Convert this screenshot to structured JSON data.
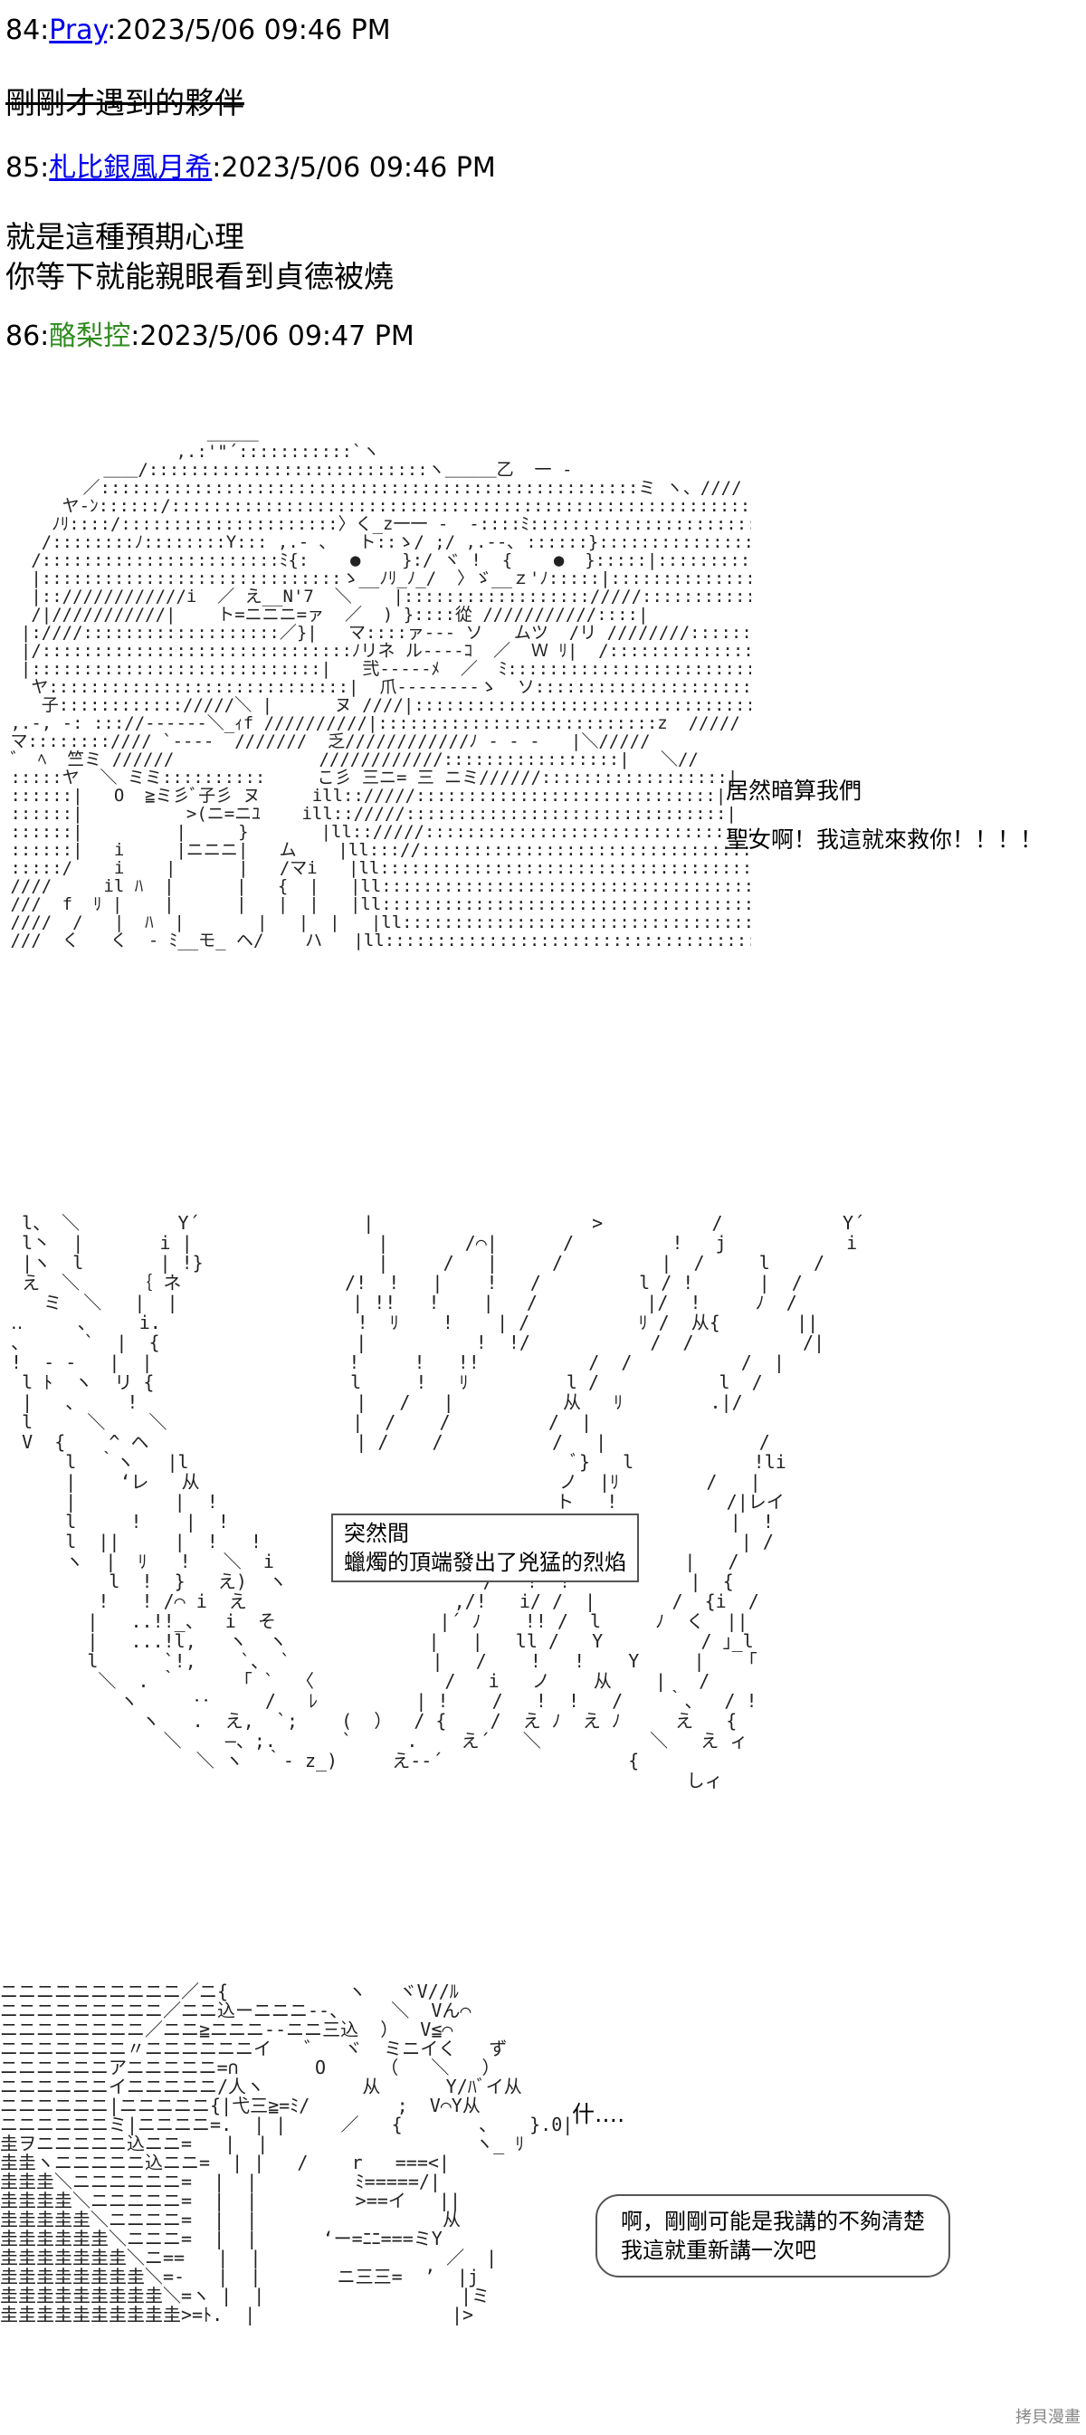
{
  "posts": [
    {
      "num": "84:",
      "name": "Pray",
      "date": "2023/5/06 09:46 PM",
      "lines": [
        "剛剛才遇到的夥伴"
      ]
    },
    {
      "num": "85:",
      "name": "札比銀風月希",
      "date": "2023/5/06 09:46 PM",
      "lines": [
        "就是這種預期心理",
        "你等下就能親眼看到貞德被燒"
      ]
    },
    {
      "num": "86:",
      "name": "酪梨控",
      "date": "2023/5/06 09:47 PM",
      "lines": []
    }
  ],
  "panel1": {
    "speech_1": "居然暗算我們",
    "speech_2": "聖女啊！我這就來救你！！！！",
    "art": "                    ＿＿＿\n                 ,.:'\"´:::::::::::`ヽ\n          ＿＿/:::::::::::::::::::::::::::ヽ＿＿＿乙  一 -\n        ／::::::::::::::::::::::::::::::::::::::::::::::::::::ミ ヽ、////\n      ヤ‐ﾝ::::::/::::::::::::::::::::::::::::::::::::::::::::::::::::::::::ヽ/\n     ﾉﾘ::::/:::::::::::::::::::::〉く_z一一 -  ‐::::ﾐ::::::::::::::::::::::ヽ\n    /::::::::ﾉ::::::::Y::: ,.‐ ､   ト::ゝ/ ;/ ,.‐‐､ ::::::}::::::::::::::::::::::::::::ヽ\n   /:::::::::::::::::::::::ﾐ{:    ●    }:/ ヾ !  {    ●  }:::::|::::::::::::::::::::::::::::::::ヘ\n   |:::::::::::::::::::::::::::::ゝ__ﾉﾘ_ﾉ_/  〉ゞ__ｚ'ﾉ:::::|::::::::::::::::::::////::::::::|\n   |::////////////i  ／ え__N'7  ＼    |:::::::::::::::::://///::::::::::::::|\n   /|///////////|    ト=ニニニ=ァ  ／  ) }::::從 ///////////::::|\n  |:////:::::::::::::::::::／}|   マ::::ァ‐‐‐ ソ   ムツ  /リ ////////::::::|\n  |/::::::::::::::::::::::::::::::ﾉリネ ル‐‐‐‐ｺ  ／  Ｗ ﾘ|  /:::::::::::::::::::/\n  |::::::::::::::::::::::::::::|   弐‐‐‐‐‐ﾒ  ／  ﾐ::::::::::::::::::::::::::::::/\n   ヤ:::::::::::::::::::::::::::::|  爪‐‐‐‐‐‐‐‐ゝ  ソ:::::::::::::::::::::::::::::::::/\n    子:::::::::::://///＼ |      ヌ ////|::::::::::::::::::::::::::::::::::::::::::::/\n ,.-, -: ::://‐‐‐‐‐-＼_ｨf //////////|:::::::::::::::::::::::::::z  /////\n マ:::::::://// `‐‐‐-  ///////  乏////////////ﾉ - ‐ ‐   |＼/////\n ゛ ﾍ  竺ミ //////              ////////////:::::::::::::::::|   ＼//\n :::::ヤ  ＼ ミミ::::::::::     こ彡 三ニ= 三 ニミ//////::::::::::::::::::|     ＼\n ::::::|   O  ≧ミ彡ﾞ子彡 ヌ     ill:://///:::::::::::::::::::::::::::::|     //\n ::::::|          >(ニ=ニﾕ    ill:://///:::::::::::::::::::::::::::::::|   /\n ::::::|         |     }       |ll:://///::::::::::::::::::::::::::::::::::::::::::\n ::::::|   i     |ニニニ|   ム    |ll::://::::::::::::::::::::::::::::::::::::::::::::::\n :::::/    i    |      |   /マi   |ll::::::::::::::::::::::::::::::::::::::::::::::::::::\n ////     il ﾊ  |      |   {  |   |ll::::::::::::::::::::::::::::::::::::::::::::::::::::\n ///  f  ﾘ |    |      |   |  |   |ll::::::::::::::::::::::::::::::::::::::::::::::::::::\n ////  /   |  ﾊ  |       |   |  |   |ll::::::::::::::::::::::::::::::::::::::::::::::::::::\n ///  く   く  ‐ ﾐ__モ_ ヘ/    ハ   |ll::::::::::::::::::::::::::::::::::::::::::::::::::::"
  },
  "panel2": {
    "box_1": "突然間",
    "box_2": "蠟燭的頂端發出了兇猛的烈焰",
    "art": "  l、 ＼         Y´               |                    >          /           Y´\n  l丶  |       i |                 |       /⌒|      /         !   j           i\n  |ヽ  l       | !}                |     /   |     /         |  /     l    /\n  え  ＼     ｛ ネ               /!  !   |    !   /         l / !      |  /\n    ミ  ＼   |  |                | !!   !    |   /          |/  !     ﾉ  /\n ‥     、    i.                  !  ﾘ    !    | /          ﾘ /  从{       ||\n 、     `  |  {                  |          !  !/           /  /          /|\n !  ‐ ‐   |  |                  !     !   !!          /  /          /  |\n  l ﾄ  ヽ  リ {                  l     !   ﾘ         l /           l  /\n  |   、    !                    |   /   |          从   ﾘ        .|/\n  l     ＼    ＼                 |  /    /         /  |\n  V  {    ^ ヘ                   | /    /          /   |              /\n      l  ｀ヽ   |l                                   ﾞ}   l           !li\n      |    ‘レ   从                                 ノ  |ﾘ        /   |\n      |         |  !                               ト   !          /|レイ\n      l     !    |  !                                 ! /          |  !\n      l  ||     |  !   !                              /             | /\n      ヽ  |  ﾘ   !   ＼  i                      /  乂!          |   /\n          l  !  }   え)  ヽ                  /   !  !           |  {\n         !   ! /⌒ i  え                   ,/!   i/ /  |       /  {i  /\n        |   ..!!_、  i  そ               |´ ﾉ    !! /  l     ﾉ  く  ||\n        |   ...!l,   ヽ  ヽ             |   |   ll /   Y         / ｣_l \n        l      `!,    `、 `             |   /    !   !    Y     |    ｢\n         ＼  . ｀      ｢ `  〈            /   i   ノ    从    |   /\n           ヽ     ‥     /   ﾚ         | !    /   !  !   /    ｀、  / !\n             ヽ   .  え,  `;    (  ）  / {    /  え ﾉ  え ﾉ     え   {\n               ＼    ―、;.      `     .    え´   ＼          ＼   え ィ\n                  ＼ ヽ  ｀‐ z_)     え‐‐´                 {\n                                                               しィ"
  },
  "panel3": {
    "speech_1": "什‥‥",
    "bubble_1": "啊，剛剛可能是我講的不夠清楚",
    "bubble_2": "我這就重新講一次吧",
    "art": "ニニニニニニニニニニ／ニ{           ヽ   ヾV//ﾙ\nニニニニニニニニニ／ニニ込ーニニニ‐‐、    ＼  Vん⌒\nニニニニニニニニ／ニニ≧ニニニ‐‐ニニ三込  ）  V≦⌒\nニニニニニニニ〃ニニニニニニイ   ゛  ヾ  ミニイく   ず\nニニニニニニアニニニニニ=∩       O     （   ＼   ）\nニニニニニニイニニニニニ/人ヽ         从      Y/ﾊﾞイ从\nニニニニニニ|ニニニニニ{|弋三≧=ﾐ/        ;  V⌒Y从\nニニニニニニミ|ニニニニ=.  | |     ／   {       、   }.0|\n圭ヲニニニニニ込ニニ=   |  |                   ヽ_ ﾘ\n圭圭ヽニニニニニ込ニニ=  | |   /    r   ===<|\n圭圭圭＼ニニニニニニ=  |  |         ﾐ=====/|\n圭圭圭圭＼ニニニニニ=  |  |         >==イ   ||\n圭圭圭圭圭＼ニニニニ=  |  |                 从\n圭圭圭圭圭圭＼ニニニ=  |  |      ‘ー=ﾆﾆ===ミY\n圭圭圭圭圭圭圭＼ニ==   |  |                 ／  |\n圭圭圭圭圭圭圭圭＼=‐   |  |       ニ三三=  ’  |j\n圭圭圭圭圭圭圭圭圭＼=ヽ |  |                  |ミ\n圭圭圭圭圭圭圭圭圭圭>=ﾄ.  |                  |>"
  },
  "watermark": "拷貝漫畫"
}
